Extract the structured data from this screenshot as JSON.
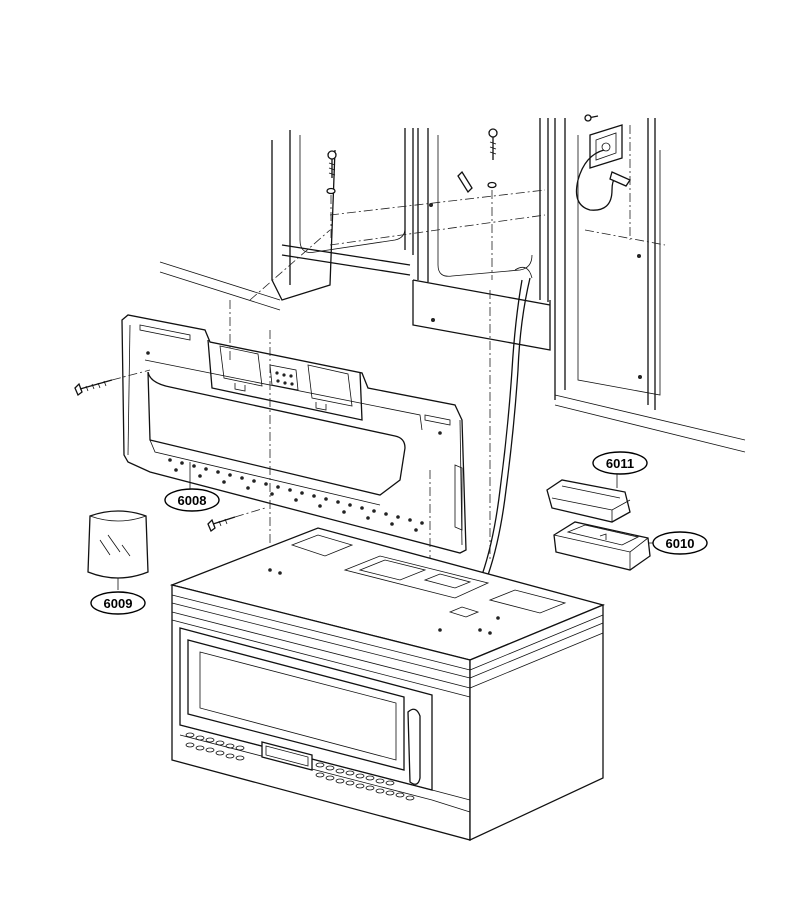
{
  "labels": {
    "mounting_plate": "6008",
    "bag": "6009",
    "damper": "6010",
    "damper_cover": "6011"
  }
}
